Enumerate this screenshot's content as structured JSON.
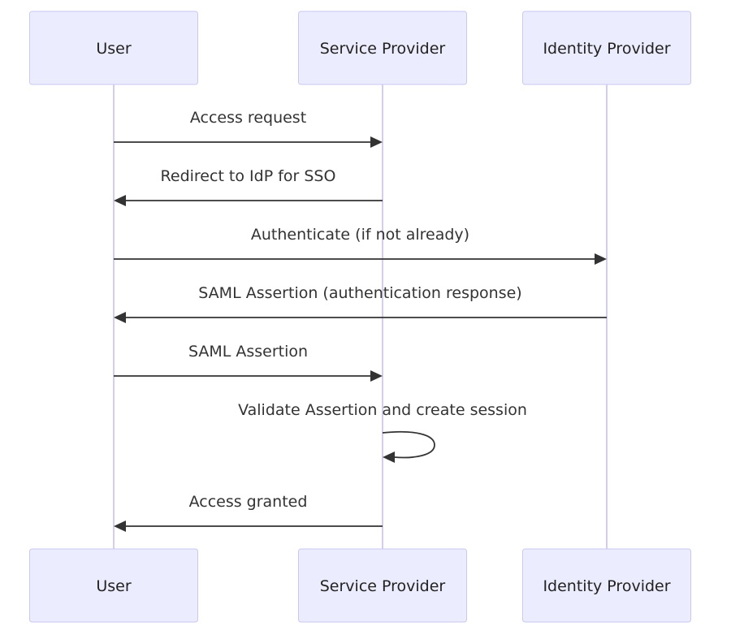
{
  "participants": [
    {
      "id": "user",
      "label": "User"
    },
    {
      "id": "sp",
      "label": "Service Provider"
    },
    {
      "id": "idp",
      "label": "Identity Provider"
    }
  ],
  "messages": [
    {
      "from": "user",
      "to": "sp",
      "label": "Access request"
    },
    {
      "from": "sp",
      "to": "user",
      "label": "Redirect to IdP for SSO"
    },
    {
      "from": "user",
      "to": "idp",
      "label": "Authenticate (if not already)"
    },
    {
      "from": "idp",
      "to": "user",
      "label": "SAML Assertion (authentication response)"
    },
    {
      "from": "user",
      "to": "sp",
      "label": "SAML Assertion"
    },
    {
      "from": "sp",
      "to": "sp",
      "label": "Validate Assertion and create session"
    },
    {
      "from": "sp",
      "to": "user",
      "label": "Access granted"
    }
  ],
  "colors": {
    "actor_fill": "#ececff",
    "actor_border": "#c9c9f0",
    "lifeline": "#d6cdea",
    "message": "#333333"
  }
}
